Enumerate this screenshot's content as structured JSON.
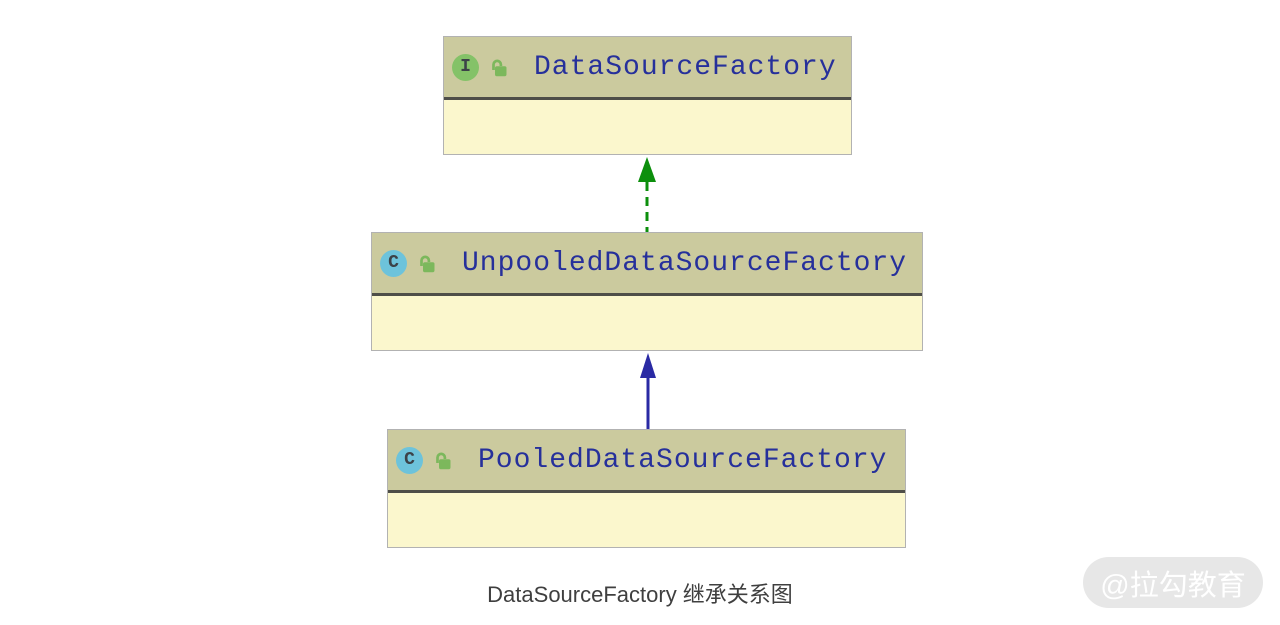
{
  "diagram": {
    "caption": "DataSourceFactory 继承关系图",
    "watermark": "@拉勾教育",
    "colors": {
      "node_header_bg": "#cbca9e",
      "node_body_bg": "#fbf7cd",
      "node_separator": "#4e4e48",
      "node_border": "#b2b2b2",
      "name_text": "#26309b",
      "interface_badge_bg": "#84c268",
      "class_badge_bg": "#6dc3db",
      "badge_letter": "#3c4248",
      "lock_green": "#7cb85c",
      "implements_edge": "#0c8f0c",
      "extends_edge": "#2a2aa4",
      "caption_text": "#3f3f3f"
    },
    "nodes": [
      {
        "name": "DataSourceFactory",
        "kind": "interface",
        "badge": "I",
        "lock_icon": "open-lock"
      },
      {
        "name": "UnpooledDataSourceFactory",
        "kind": "class",
        "badge": "C",
        "lock_icon": "open-lock"
      },
      {
        "name": "PooledDataSourceFactory",
        "kind": "class",
        "badge": "C",
        "lock_icon": "open-lock"
      }
    ],
    "edges": [
      {
        "from": "UnpooledDataSourceFactory",
        "to": "DataSourceFactory",
        "relation": "implements",
        "line": "dashed"
      },
      {
        "from": "PooledDataSourceFactory",
        "to": "UnpooledDataSourceFactory",
        "relation": "extends",
        "line": "solid"
      }
    ]
  }
}
